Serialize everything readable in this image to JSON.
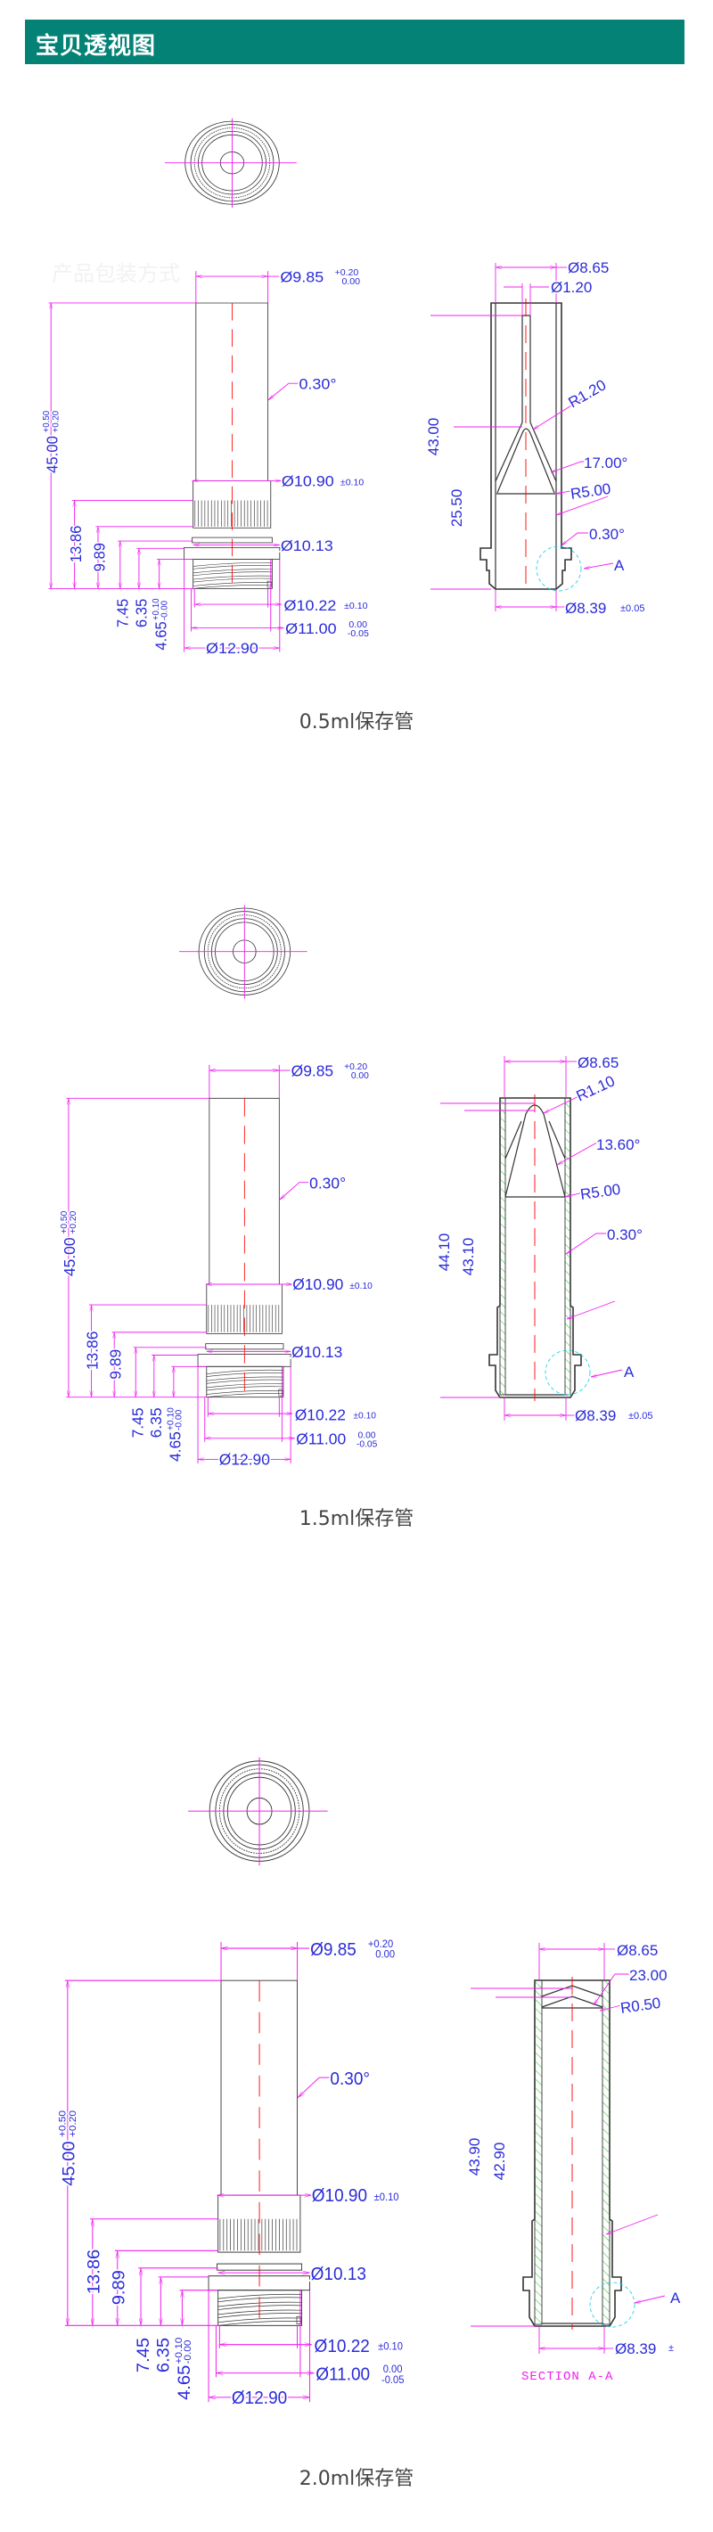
{
  "header": {
    "title": "宝贝透视图"
  },
  "watermark": "产品包装方式",
  "sections": [
    {
      "caption": "0.5ml保存管",
      "front": {
        "dia_top": "Ø9.85",
        "dia_top_tol_upper": "+0.20",
        "dia_top_tol_lower": "0.00",
        "length": "45.00",
        "length_tol_upper": "+0.50",
        "length_tol_lower": "+0.20",
        "draft": "0.30°",
        "dia_knurl": "Ø10.90",
        "dia_knurl_tol": "±0.10",
        "h_knurl_top": "13.86",
        "h_knurl_bottom": "9.89",
        "dia_collar": "Ø10.13",
        "h_collar": "7.45",
        "h_flange": "6.35",
        "h_thread": "4.65",
        "h_thread_tol_upper": "+0.10",
        "h_thread_tol_lower": "-0.00",
        "dia_thread_root": "Ø10.22",
        "dia_thread_root_tol": "±0.10",
        "dia_thread": "Ø11.00",
        "dia_thread_tol_upper": "0.00",
        "dia_thread_tol_lower": "-0.05",
        "dia_flange": "Ø12.90"
      },
      "section": {
        "dia_inner_top": "Ø8.65",
        "dia_pin": "Ø1.20",
        "height_total": "43.00",
        "height_cone": "25.50",
        "radius_tip": "R1.20",
        "angle_cone": "17.00°",
        "radius_cone": "R5.00",
        "draft": "0.30°",
        "detail": "A",
        "dia_inner_bottom": "Ø8.39",
        "dia_inner_bottom_tol": "±0.05"
      }
    },
    {
      "caption": "1.5ml保存管",
      "front": {
        "dia_top": "Ø9.85",
        "dia_top_tol_upper": "+0.20",
        "dia_top_tol_lower": "0.00",
        "length": "45.00",
        "length_tol_upper": "+0.50",
        "length_tol_lower": "+0.20",
        "draft": "0.30°",
        "dia_knurl": "Ø10.90",
        "dia_knurl_tol": "±0.10",
        "h_knurl_top": "13.86",
        "h_knurl_bottom": "9.89",
        "dia_collar": "Ø10.13",
        "h_collar": "7.45",
        "h_flange": "6.35",
        "h_thread": "4.65",
        "h_thread_tol_upper": "+0.10",
        "h_thread_tol_lower": "-0.00",
        "dia_thread_root": "Ø10.22",
        "dia_thread_root_tol": "±0.10",
        "dia_thread": "Ø11.00",
        "dia_thread_tol_upper": "0.00",
        "dia_thread_tol_lower": "-0.05",
        "dia_flange": "Ø12.90"
      },
      "section": {
        "dia_inner_top": "Ø8.65",
        "height_outer": "44.10",
        "height_inner": "43.10",
        "radius_tip": "R1.10",
        "angle_cone": "13.60°",
        "radius_cone": "R5.00",
        "draft": "0.30°",
        "detail": "A",
        "dia_inner_bottom": "Ø8.39",
        "dia_inner_bottom_tol": "±0.05"
      }
    },
    {
      "caption": "2.0ml保存管",
      "front": {
        "dia_top": "Ø9.85",
        "dia_top_tol_upper": "+0.20",
        "dia_top_tol_lower": "0.00",
        "length": "45.00",
        "length_tol_upper": "+0.50",
        "length_tol_lower": "+0.20",
        "draft": "0.30°",
        "dia_knurl": "Ø10.90",
        "dia_knurl_tol": "±0.10",
        "h_knurl_top": "13.86",
        "h_knurl_bottom": "9.89",
        "dia_collar": "Ø10.13",
        "h_collar": "7.45",
        "h_flange": "6.35",
        "h_thread": "4.65",
        "h_thread_tol_upper": "+0.10",
        "h_thread_tol_lower": "-0.00",
        "dia_thread_root": "Ø10.22",
        "dia_thread_root_tol": "±0.10",
        "dia_thread": "Ø11.00",
        "dia_thread_tol_upper": "0.00",
        "dia_thread_tol_lower": "-0.05",
        "dia_flange": "Ø12.90"
      },
      "section": {
        "dia_inner_top": "Ø8.65",
        "angle_top": "23.00",
        "radius_top": "R0.50",
        "height_outer": "43.90",
        "height_inner": "42.90",
        "detail": "A",
        "dia_inner_bottom": "Ø8.39",
        "dia_inner_bottom_tol": "±",
        "section_label": "SECTION A-A"
      }
    }
  ]
}
